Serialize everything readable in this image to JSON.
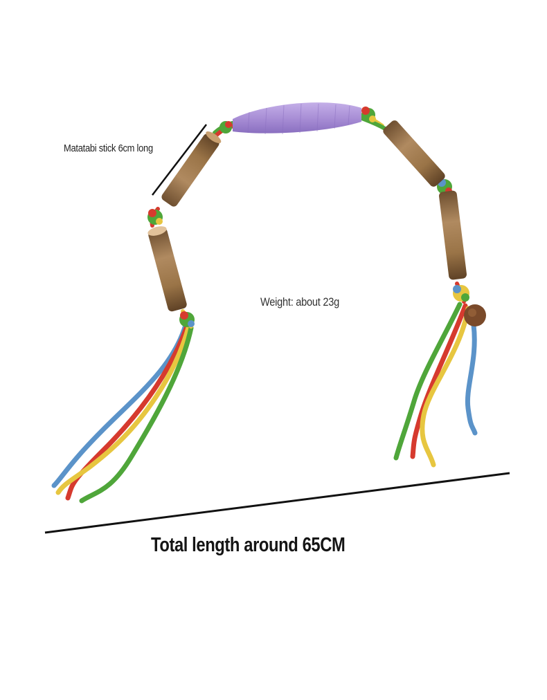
{
  "annotations": {
    "stick_length": "Matatabi stick 6cm long",
    "weight": "Weight: about 23g",
    "total_length": "Total length around 65CM"
  },
  "colors": {
    "background": "#ffffff",
    "stick_wood": "#a0794f",
    "purple_wrap": "#a98fd6",
    "rope_red": "#d63a2e",
    "rope_yellow": "#e7c640",
    "rope_green": "#4fa63a",
    "rope_blue": "#5b93c9",
    "measure_line": "#111111"
  }
}
